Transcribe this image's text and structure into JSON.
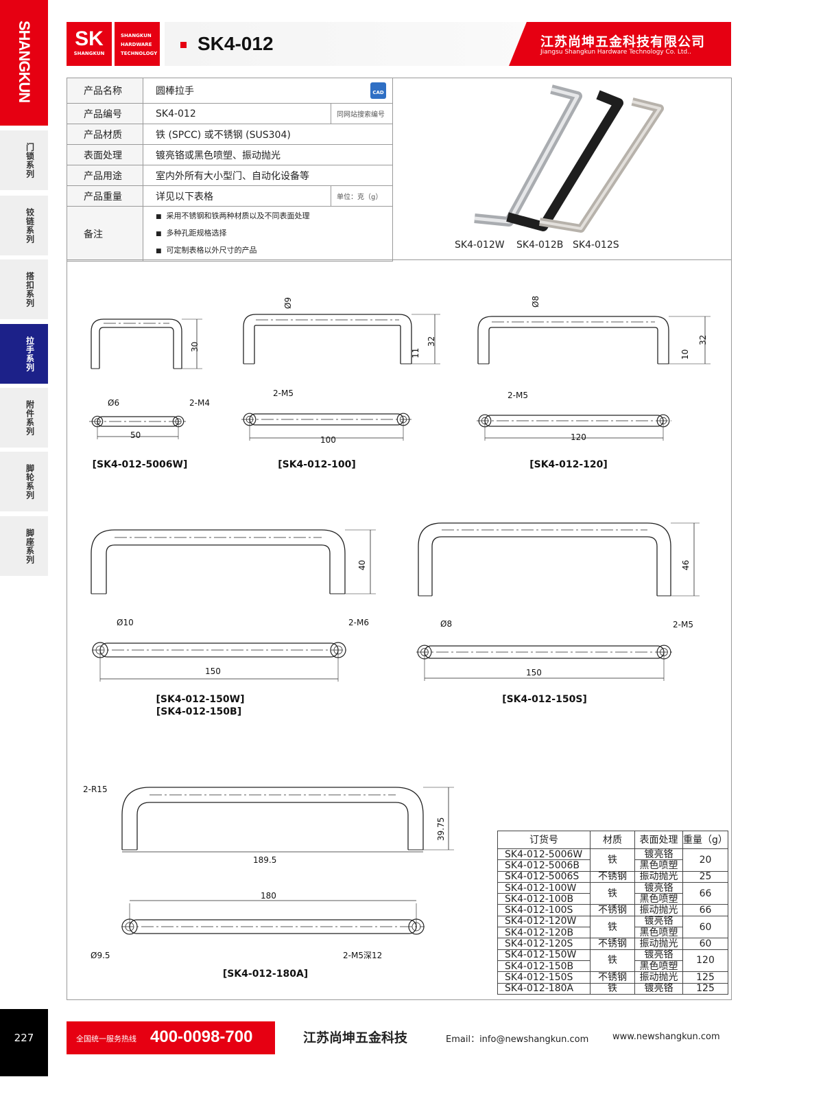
{
  "sidebar": {
    "brand": "SHANGKUN",
    "items": [
      {
        "label": "门锁系列"
      },
      {
        "label": "铰链系列"
      },
      {
        "label": "搭扣系列"
      },
      {
        "label": "拉手系列",
        "active": true
      },
      {
        "label": "附件系列"
      },
      {
        "label": "脚轮系列"
      },
      {
        "label": "脚座系列"
      }
    ]
  },
  "header": {
    "logo_mark": "SK",
    "logo_sub": "SHANGKUN",
    "logo_lines": [
      "SHANGKUN",
      "HARDWARE",
      "TECHNOLOGY"
    ],
    "title": "SK4-012",
    "company_cn": "江苏尚坤五金科技有限公司",
    "company_en": "Jiangsu Shangkun Hardware Technology Co. Ltd.."
  },
  "spec": {
    "rows": [
      {
        "label": "产品名称",
        "value": "圆棒拉手"
      },
      {
        "label": "产品编号",
        "value": "SK4-012",
        "extra": "同网站搜索编号"
      },
      {
        "label": "产品材质",
        "value": "铁 (SPCC) 或不锈钢 (SUS304)"
      },
      {
        "label": "表面处理",
        "value": "镀亮铬或黑色喷塑、振动抛光"
      },
      {
        "label": "产品用途",
        "value": "室内外所有大小型门、自动化设备等"
      },
      {
        "label": "产品重量",
        "value": "详见以下表格",
        "extra": "单位：克（g）"
      }
    ],
    "notes_label": "备注",
    "notes": [
      "采用不锈钢和铁两种材质以及不同表面处理",
      "多种孔距规格选择",
      "可定制表格以外尺寸的产品"
    ],
    "cad": "CAD"
  },
  "photo": {
    "captions": [
      "SK4-012W",
      "SK4-012B",
      "SK4-012S"
    ]
  },
  "drawings": {
    "d5006": {
      "label": "[SK4-012-5006W]",
      "height": "30",
      "dia": "Ø6",
      "thread": "2-M4",
      "pitch": "50"
    },
    "d100": {
      "label": "[SK4-012-100]",
      "dia": "Ø9",
      "height": "32",
      "depth": "11",
      "thread": "2-M5",
      "pitch": "100"
    },
    "d120": {
      "label": "[SK4-012-120]",
      "dia": "Ø8",
      "height": "32",
      "depth": "10",
      "thread": "2-M5",
      "pitch": "120"
    },
    "d150w": {
      "label1": "[SK4-012-150W]",
      "label2": "[SK4-012-150B]",
      "height": "40",
      "dia": "Ø10",
      "thread": "2-M6",
      "pitch": "150"
    },
    "d150s": {
      "label": "[SK4-012-150S]",
      "height": "46",
      "dia": "Ø8",
      "thread": "2-M5",
      "pitch": "150"
    },
    "d180": {
      "label": "[SK4-012-180A]",
      "radius": "2-R15",
      "height": "39.75",
      "width": "189.5",
      "pitch": "180",
      "dia": "Ø9.5",
      "thread": "2-M5深12"
    }
  },
  "order_table": {
    "headers": [
      "订货号",
      "材质",
      "表面处理",
      "重量（g）"
    ],
    "rows": [
      [
        "SK4-012-5006W",
        "铁",
        "镀亮铬",
        "20"
      ],
      [
        "SK4-012-5006B",
        "",
        "黑色喷塑",
        ""
      ],
      [
        "SK4-012-5006S",
        "不锈钢",
        "振动抛光",
        "25"
      ],
      [
        "SK4-012-100W",
        "铁",
        "镀亮铬",
        "66"
      ],
      [
        "SK4-012-100B",
        "",
        "黑色喷塑",
        ""
      ],
      [
        "SK4-012-100S",
        "不锈钢",
        "振动抛光",
        "66"
      ],
      [
        "SK4-012-120W",
        "铁",
        "镀亮铬",
        "60"
      ],
      [
        "SK4-012-120B",
        "",
        "黑色喷塑",
        ""
      ],
      [
        "SK4-012-120S",
        "不锈钢",
        "振动抛光",
        "60"
      ],
      [
        "SK4-012-150W",
        "铁",
        "镀亮铬",
        "120"
      ],
      [
        "SK4-012-150B",
        "",
        "黑色喷塑",
        ""
      ],
      [
        "SK4-012-150S",
        "不锈钢",
        "振动抛光",
        "125"
      ],
      [
        "SK4-012-180A",
        "铁",
        "镀亮铬",
        "125"
      ]
    ]
  },
  "footer": {
    "page": "227",
    "hotline_label": "全国统一服务热线",
    "hotline": "400-0098-700",
    "company": "江苏尚坤五金科技",
    "email": "Email：info@newshangkun.com",
    "website": "www.newshangkun.com"
  },
  "colors": {
    "brand_red": "#e60012",
    "active_nav": "#1c2189"
  }
}
